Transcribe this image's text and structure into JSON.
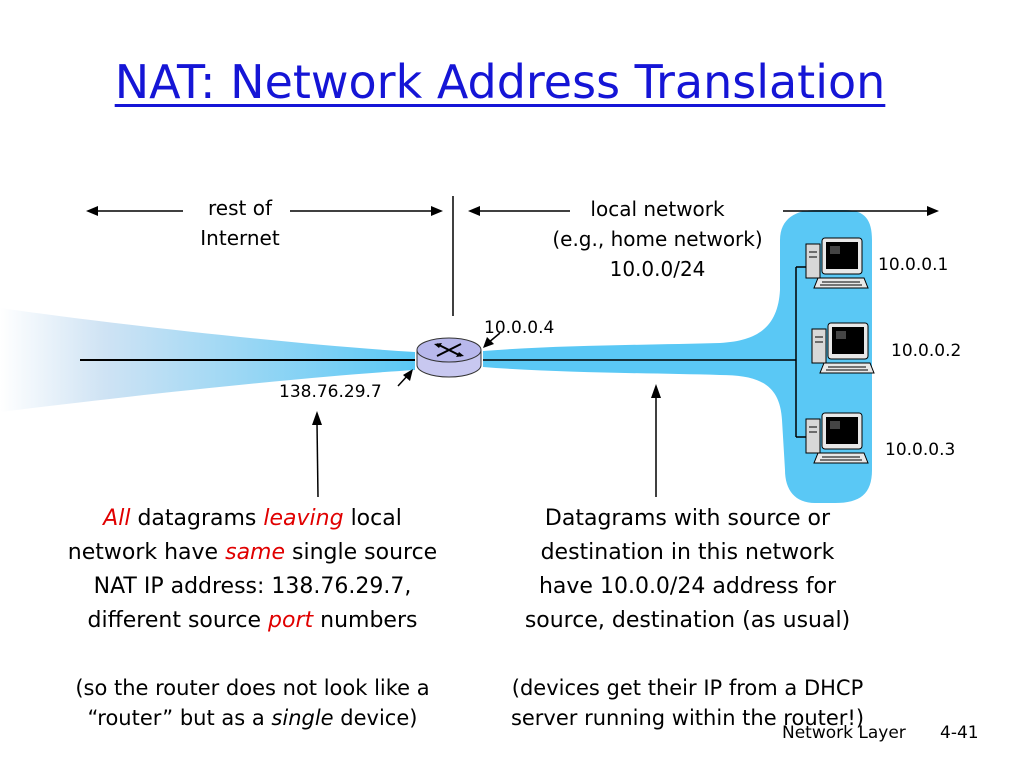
{
  "title": "NAT: Network Address Translation",
  "labels": {
    "rest_of": "rest of",
    "internet": "Internet",
    "local_network": "local network",
    "home_network": "(e.g., home network)",
    "subnet": "10.0.0/24"
  },
  "addresses": {
    "router_inside": "10.0.0.4",
    "router_outside": "138.76.29.7",
    "host1": "10.0.0.1",
    "host2": "10.0.0.2",
    "host3": "10.0.0.3"
  },
  "left_text": {
    "w_all": "All",
    "w_datagrams": "datagrams",
    "w_leaving": "leaving",
    "w_local": "local",
    "line2_a": "network have",
    "w_same": "same",
    "line2_b": "single source",
    "line3": "NAT IP address: 138.76.29.7,",
    "line4_a": "different source",
    "w_port": "port",
    "line4_b": "numbers",
    "note1": "(so the router does not look like a",
    "note2_a": "“router” but as a",
    "w_single": "single",
    "note2_b": "device)"
  },
  "right_text": {
    "line1": "Datagrams with source or",
    "line2": "destination in this network",
    "line3": "have 10.0.0/24 address for",
    "line4": "source, destination (as usual)",
    "note1": "(devices get their IP from a DHCP",
    "note2": "server running within the router!)"
  },
  "footer": {
    "chapter": "Network Layer",
    "page": "4-41"
  },
  "colors": {
    "title": "#1515d6",
    "highlight": "#e00000",
    "link_blue": "#5ac8f5"
  }
}
